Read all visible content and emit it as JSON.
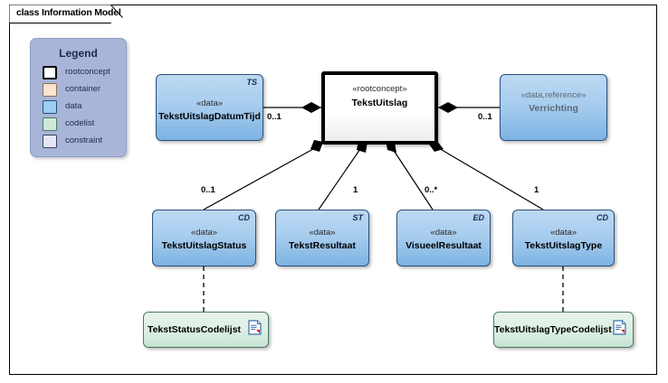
{
  "diagram": {
    "frame_label": "class Information Model",
    "kind": "uml-class-diagram"
  },
  "legend": {
    "title": "Legend",
    "items": [
      {
        "label": "rootconcept",
        "color": "#ffffff",
        "border": "#000000"
      },
      {
        "label": "container",
        "color": "#fbe3cd",
        "border": "#6b5a44"
      },
      {
        "label": "data",
        "color": "#9ccdf2",
        "border": "#2a4f7a"
      },
      {
        "label": "codelist",
        "color": "#cfe9d9",
        "border": "#4a7a63"
      },
      {
        "label": "constraint",
        "color": "#e4e6f7",
        "border": "#3a3f63"
      }
    ]
  },
  "classes": [
    {
      "id": "tekstuitslagdatumtijd",
      "stereotype": "«data»",
      "name": "TekstUitslagDatumTijd",
      "tag": "TS",
      "kind": "data"
    },
    {
      "id": "tekstuitslag",
      "stereotype": "«rootconcept»",
      "name": "TekstUitslag",
      "tag": "",
      "kind": "rootconcept"
    },
    {
      "id": "verrichting",
      "stereotype": "«data,reference»",
      "name": "Verrichting",
      "tag": "",
      "kind": "data-reference"
    },
    {
      "id": "tekstuitslagstatus",
      "stereotype": "«data»",
      "name": "TekstUitslagStatus",
      "tag": "CD",
      "kind": "data"
    },
    {
      "id": "tekstresultaat",
      "stereotype": "«data»",
      "name": "TekstResultaat",
      "tag": "ST",
      "kind": "data"
    },
    {
      "id": "visueelresultaat",
      "stereotype": "«data»",
      "name": "VisueelResultaat",
      "tag": "ED",
      "kind": "data"
    },
    {
      "id": "tekstuitslagtype",
      "stereotype": "«data»",
      "name": "TekstUitslagType",
      "tag": "CD",
      "kind": "data"
    }
  ],
  "codelists": [
    {
      "id": "tekststatuscodelijst",
      "name": "TekstStatusCodelijst",
      "icon": "document-icon"
    },
    {
      "id": "tekstuitslagtypecodelijst",
      "name": "TekstUitslagTypeCodelijst",
      "icon": "document-icon"
    }
  ],
  "associations": [
    {
      "from": "tekstuitslag",
      "to": "tekstuitslagdatumtijd",
      "multiplicity": "0..1",
      "type": "composition"
    },
    {
      "from": "tekstuitslag",
      "to": "verrichting",
      "multiplicity": "0..1",
      "type": "composition"
    },
    {
      "from": "tekstuitslag",
      "to": "tekstuitslagstatus",
      "multiplicity": "0..1",
      "type": "composition"
    },
    {
      "from": "tekstuitslag",
      "to": "tekstresultaat",
      "multiplicity": "1",
      "type": "composition"
    },
    {
      "from": "tekstuitslag",
      "to": "visueelresultaat",
      "multiplicity": "0..*",
      "type": "composition"
    },
    {
      "from": "tekstuitslag",
      "to": "tekstuitslagtype",
      "multiplicity": "1",
      "type": "composition"
    }
  ],
  "dependencies": [
    {
      "from": "tekstuitslagstatus",
      "to": "tekststatuscodelijst",
      "style": "dashed"
    },
    {
      "from": "tekstuitslagtype",
      "to": "tekstuitslagtypecodelijst",
      "style": "dashed"
    }
  ]
}
